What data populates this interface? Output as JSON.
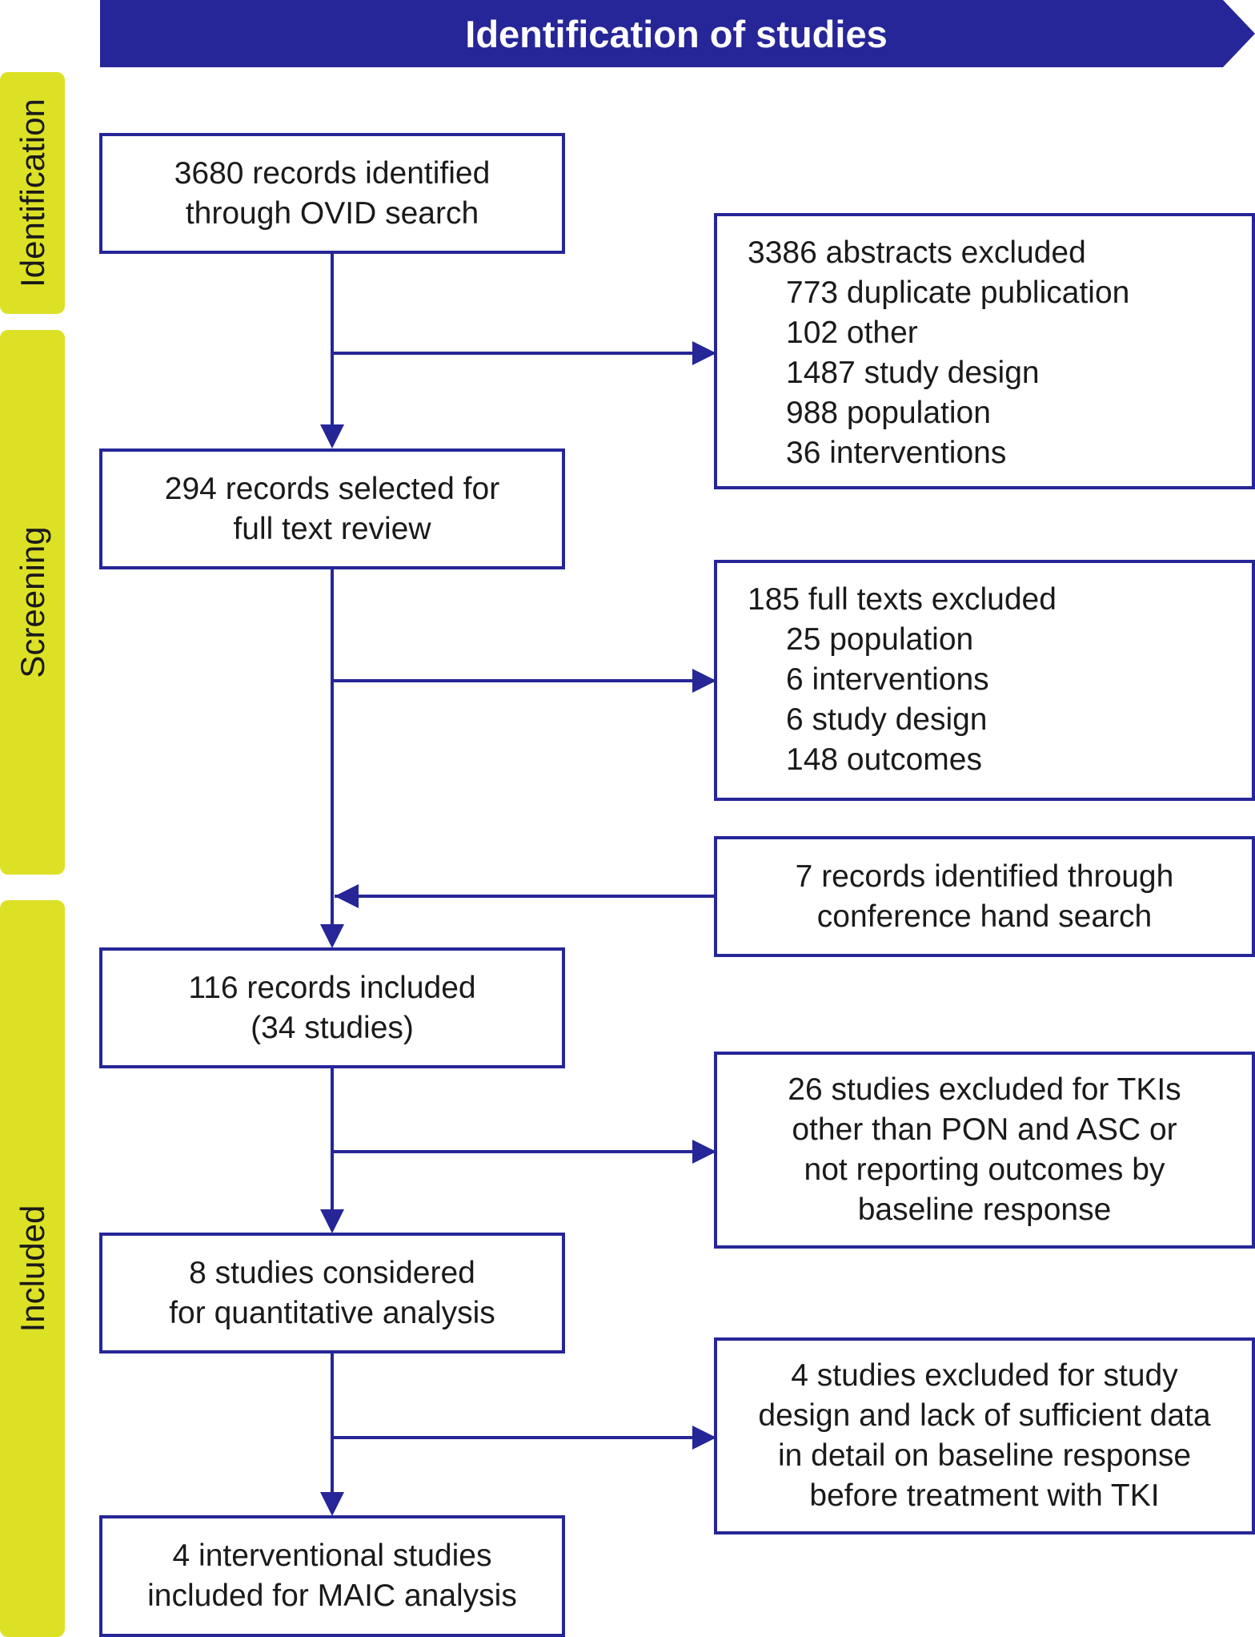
{
  "colors": {
    "navy": "#262698",
    "phase_fill": "#dde126",
    "text": "#1a1a1a",
    "background": "#ffffff"
  },
  "banner": {
    "title": "Identification of studies"
  },
  "phases": [
    {
      "label": "Identification"
    },
    {
      "label": "Screening"
    },
    {
      "label": "Included"
    }
  ],
  "main_boxes": [
    {
      "lines": [
        "3680 records identified",
        "through OVID search"
      ]
    },
    {
      "lines": [
        "294 records selected for",
        "full text review"
      ]
    },
    {
      "lines": [
        "116 records included",
        "(34 studies)"
      ]
    },
    {
      "lines": [
        "8 studies considered",
        "for quantitative analysis"
      ]
    },
    {
      "lines": [
        "4 interventional studies",
        "included for MAIC analysis"
      ]
    }
  ],
  "side_boxes": [
    {
      "heading": "3386 abstracts excluded",
      "items": [
        "773 duplicate publication",
        "102 other",
        "1487 study design",
        "988 population",
        "36 interventions"
      ]
    },
    {
      "heading": "185 full texts excluded",
      "items": [
        "25 population",
        "6 interventions",
        "6 study design",
        "148 outcomes"
      ]
    },
    {
      "lines": [
        "7 records identified through",
        "conference hand search"
      ]
    },
    {
      "lines": [
        "26 studies excluded for TKIs",
        "other than PON and ASC or",
        "not reporting outcomes by",
        "baseline response"
      ]
    },
    {
      "lines": [
        "4 studies excluded for study",
        "design and lack of sufficient data",
        "in detail on baseline response",
        "before treatment with TKI"
      ]
    }
  ]
}
